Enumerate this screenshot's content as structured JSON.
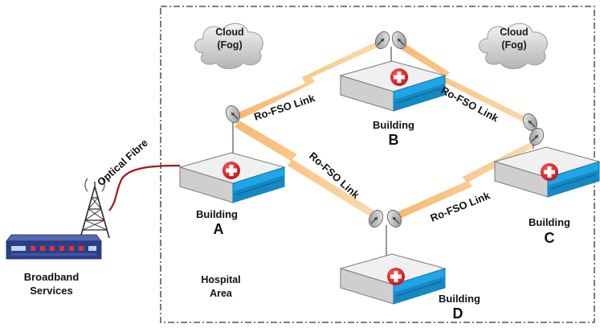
{
  "clouds": [
    {
      "line1": "Cloud",
      "line2": "(Fog)"
    },
    {
      "line1": "Cloud",
      "line2": "(Fog)"
    }
  ],
  "links": {
    "ab": "Ro-FSO Link",
    "bc": "Ro-FSO Link",
    "ad": "Ro-FSO Link",
    "dc": "Ro-FSO Link",
    "fibre": "Optical Fibre"
  },
  "buildings": {
    "a": {
      "label": "Building",
      "letter": "A"
    },
    "b": {
      "label": "Building",
      "letter": "B"
    },
    "c": {
      "label": "Building",
      "letter": "C"
    },
    "d": {
      "label": "Building",
      "letter": "D"
    }
  },
  "broadband": {
    "line1": "Broadband",
    "line2": "Services"
  },
  "area": {
    "line1": "Hospital",
    "line2": "Area"
  },
  "colors": {
    "boundary": "#333333",
    "beam": "#f4a24a",
    "fibre": "#a51616",
    "building_top": "#ececec",
    "building_side": "#c8c8c8",
    "panel_blue": "#1ea6e6",
    "cross_red": "#e41b23",
    "tower": "#2b2b2b",
    "router": "#2a3f86"
  },
  "icons": [
    "satellite-dish-icon",
    "red-cross-icon",
    "antenna-tower-icon",
    "router-icon",
    "cloud-icon"
  ]
}
